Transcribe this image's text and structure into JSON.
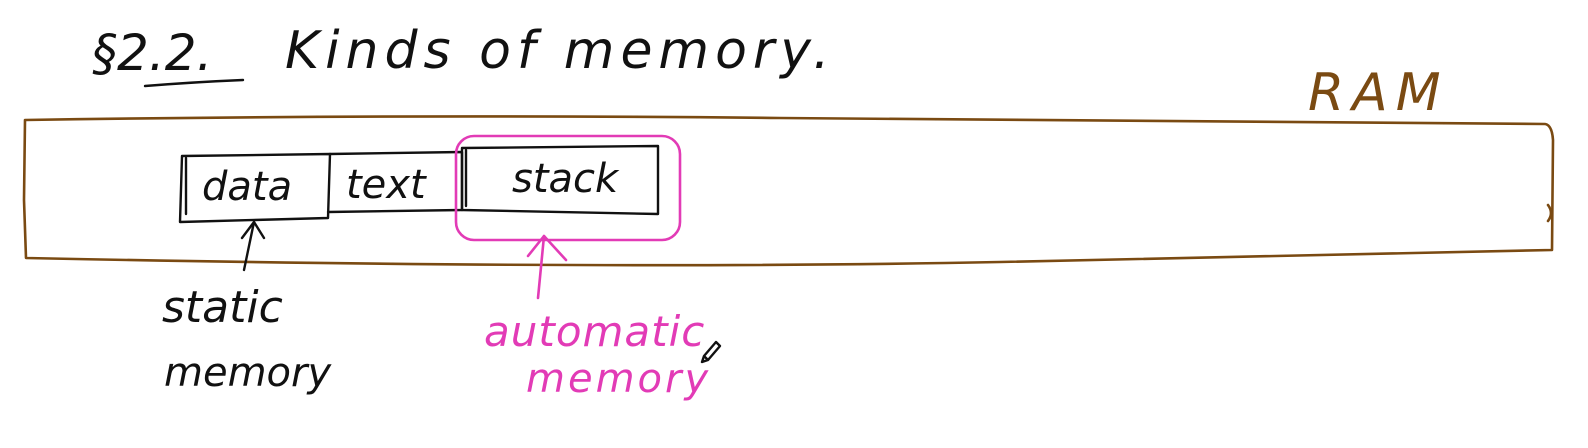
{
  "title": {
    "section": "§2.2.",
    "text": "Kinds of memory."
  },
  "ram": {
    "label": "RAM"
  },
  "segments": [
    {
      "id": "data",
      "label": "data"
    },
    {
      "id": "text",
      "label": "text"
    },
    {
      "id": "stack",
      "label": "stack"
    }
  ],
  "annotations": {
    "static": {
      "line1": "static",
      "line2": "memory"
    },
    "automatic": {
      "line1": "automatic",
      "line2": "memory"
    }
  },
  "colors": {
    "ink": "#111111",
    "ram": "#7a4a12",
    "highlight": "#e23bb6"
  },
  "icons": {
    "cursor": "pencil-cursor-icon"
  }
}
